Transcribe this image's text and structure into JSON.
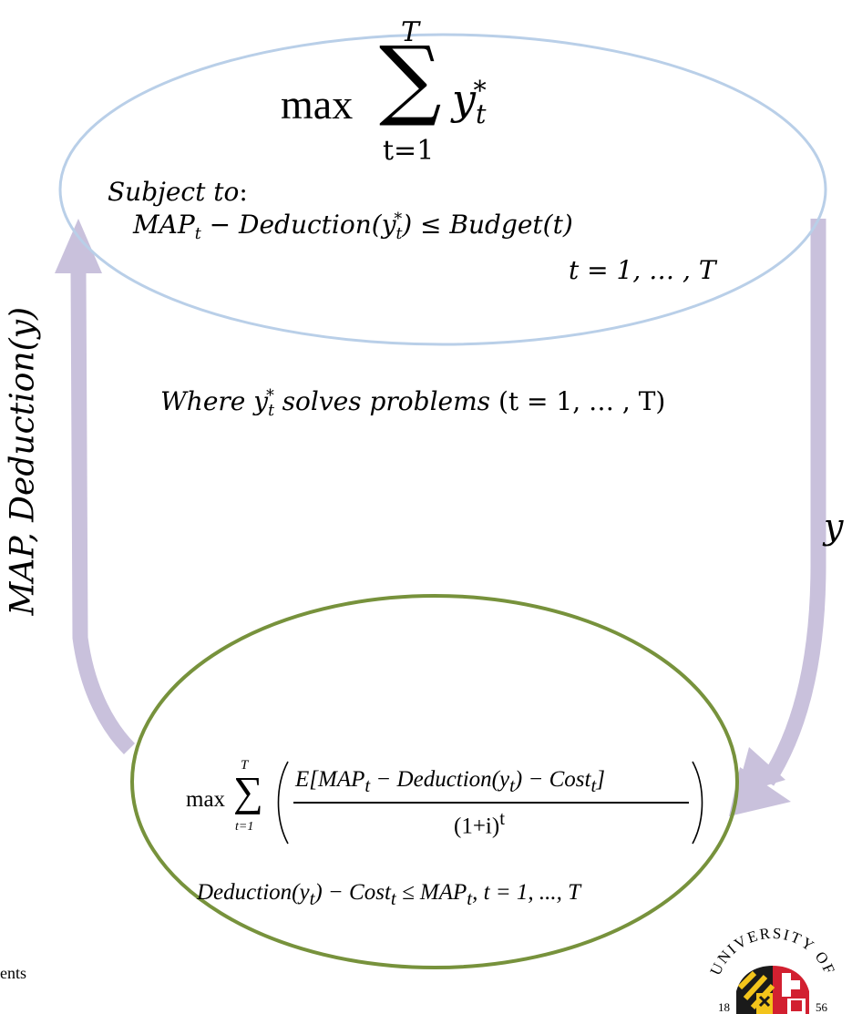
{
  "top_problem": {
    "objective": {
      "operator": "max",
      "sum_upper": "T",
      "sum_lower": "t=1",
      "variable": "y",
      "var_sub": "t",
      "var_sup": "*"
    },
    "subject_to": "Subject to",
    "constraint": {
      "lhs_var": "MAP",
      "lhs_sub": "t",
      "minus": "−",
      "deduction": "Deduction(",
      "y": "y",
      "y_sub": "t",
      "y_sup": "*",
      "close": ")",
      "leq": "≤",
      "rhs": "Budget(t)"
    },
    "range": "t = 1, … , T"
  },
  "where_text": {
    "prefix": "Where",
    "y": "y",
    "y_sub": "t",
    "y_sup": "*",
    "suffix": "solves problems",
    "range": "(t = 1, … , T)"
  },
  "arrow_labels": {
    "right": "y",
    "left": "MAP, Deduction(y)"
  },
  "bottom_problem": {
    "operator": "max",
    "sum_upper": "T",
    "sum_lower": "t=1",
    "numerator": "E[MAP<sub>t</sub> − Deduction(y<sub>t</sub>) − Cost<sub>t</sub>]",
    "denominator": "(1+i)<sup>t</sup>",
    "constraint": "Deduction(y<sub>t</sub>) − Cost<sub>t</sub> ≤ MAP<sub>t</sub>,  t = 1, ..., T"
  },
  "footer_text": "ents",
  "logo": {
    "arc_text": "UNIVERSITY OF",
    "year_left": "18",
    "year_right": "56"
  },
  "colors": {
    "top_ellipse": "#b9cfe8",
    "bottom_ellipse": "#77923c",
    "arrows": "#c9c1dc"
  }
}
